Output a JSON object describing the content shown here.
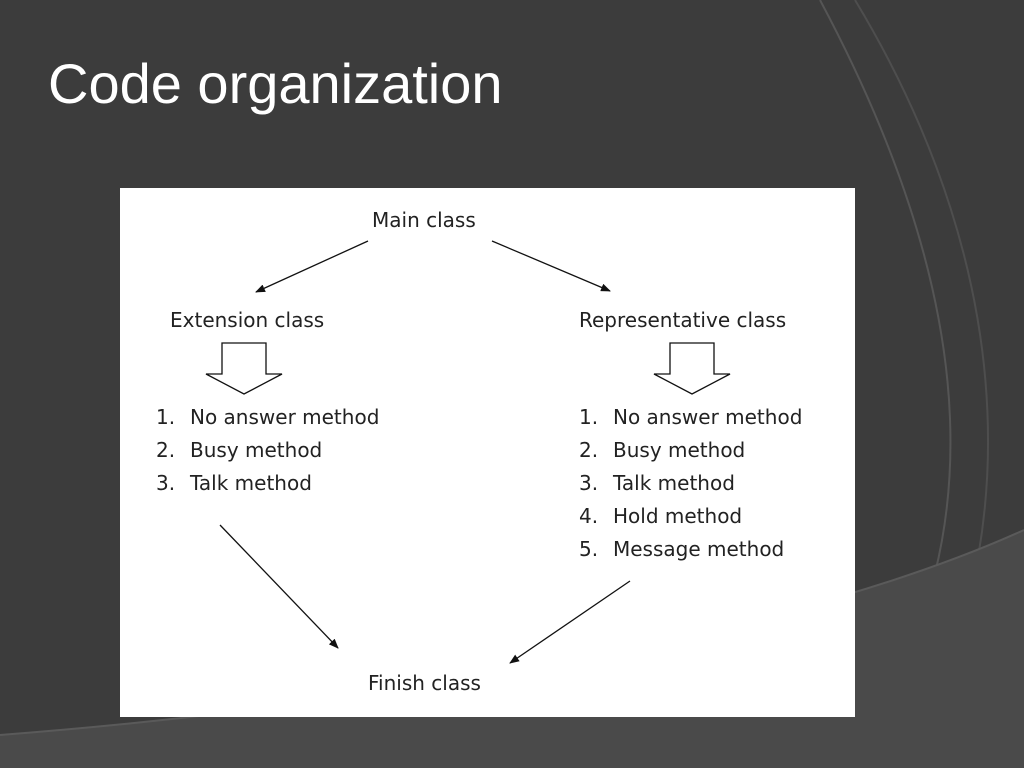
{
  "slide": {
    "title": "Code organization"
  },
  "diagram": {
    "main_class": "Main class",
    "extension_class": "Extension class",
    "representative_class": "Representative class",
    "finish_class": "Finish class",
    "extension_methods": [
      {
        "num": "1.",
        "label": "No answer method"
      },
      {
        "num": "2.",
        "label": "Busy method"
      },
      {
        "num": "3.",
        "label": "Talk method"
      }
    ],
    "representative_methods": [
      {
        "num": "1.",
        "label": "No answer method"
      },
      {
        "num": "2.",
        "label": "Busy method"
      },
      {
        "num": "3.",
        "label": "Talk method"
      },
      {
        "num": "4.",
        "label": "Hold method"
      },
      {
        "num": "5.",
        "label": "Message method"
      }
    ],
    "edges": [
      {
        "from": "main_class",
        "to": "extension_class"
      },
      {
        "from": "main_class",
        "to": "representative_class"
      },
      {
        "from": "extension_class",
        "to": "extension_methods"
      },
      {
        "from": "representative_class",
        "to": "representative_methods"
      },
      {
        "from": "extension_methods",
        "to": "finish_class"
      },
      {
        "from": "representative_methods",
        "to": "finish_class"
      }
    ]
  },
  "colors": {
    "background": "#3c3c3c",
    "decor_stroke": "#555555",
    "panel": "#ffffff",
    "text": "#222222",
    "title": "#ffffff"
  }
}
